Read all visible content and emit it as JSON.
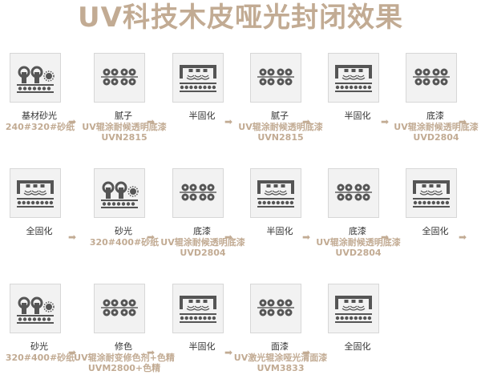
{
  "title": "UV科技木皮哑光封闭效果",
  "colors": {
    "accent": "#c2ab93",
    "text": "#333333",
    "tile": "#f2f2f2",
    "icon": "#555555"
  },
  "arrow_glyph": "➡",
  "rows": [
    [
      {
        "icon": "sanding-machine-icon",
        "label": "基材砂光",
        "material": [
          "240#320#砂纸"
        ]
      },
      {
        "icon": "roller-coater-icon",
        "label": "腻子",
        "material": [
          "UV辊涂耐候透明底漆",
          "UVN2815"
        ]
      },
      {
        "icon": "uv-curing-lamp-icon",
        "label": "半固化",
        "material": []
      },
      {
        "icon": "roller-coater-icon",
        "label": "腻子",
        "material": [
          "UV辊涂耐候透明底漆",
          "UVN2815"
        ]
      },
      {
        "icon": "uv-curing-lamp-icon",
        "label": "半固化",
        "material": []
      },
      {
        "icon": "roller-coater-icon",
        "label": "底漆",
        "material": [
          "UV辊涂耐候透明底漆",
          "UVD2804"
        ]
      }
    ],
    [
      {
        "icon": "uv-curing-lamp-icon",
        "label": "全固化",
        "material": []
      },
      {
        "icon": "sanding-machine-icon",
        "label": "砂光",
        "material": [
          "320#400#砂纸"
        ]
      },
      {
        "icon": "roller-coater-icon",
        "label": "底漆",
        "material": [
          "UV辊涂耐候透明底漆",
          "UVD2804"
        ]
      },
      {
        "icon": "uv-curing-lamp-icon",
        "label": "半固化",
        "material": []
      },
      {
        "icon": "roller-coater-icon",
        "label": "底漆",
        "material": [
          "UV辊涂耐候透明底漆",
          "UVD2804"
        ]
      },
      {
        "icon": "uv-curing-lamp-icon",
        "label": "全固化",
        "material": []
      }
    ],
    [
      {
        "icon": "sanding-machine-icon",
        "label": "砂光",
        "material": [
          "320#400#砂纸"
        ]
      },
      {
        "icon": "roller-coater-icon",
        "label": "修色",
        "material": [
          "UV辊涂耐变修色剂+色精",
          "UVM2800+色精"
        ]
      },
      {
        "icon": "uv-curing-lamp-icon",
        "label": "半固化",
        "material": []
      },
      {
        "icon": "roller-coater-icon",
        "label": "面漆",
        "material": [
          "UV激光辊涂哑光清面漆",
          "UVM3833"
        ]
      },
      {
        "icon": "uv-curing-lamp-icon",
        "label": "全固化",
        "material": []
      }
    ]
  ]
}
